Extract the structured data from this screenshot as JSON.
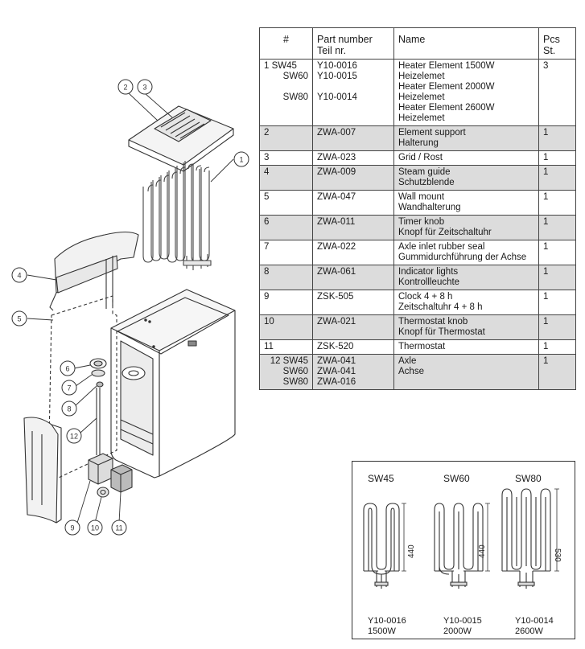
{
  "table": {
    "headers": {
      "num": "#",
      "part_number": [
        "Part number",
        "Teil nr."
      ],
      "name": "Name",
      "pcs": [
        "Pcs",
        "St."
      ]
    },
    "rows": [
      {
        "num": [
          "1 SW45",
          "SW60",
          "",
          "SW80"
        ],
        "part": [
          "Y10-0016",
          "Y10-0015",
          "",
          "Y10-0014"
        ],
        "name": [
          "Heater Element 1500W",
          "Heizelemet",
          "Heater Element 2000W",
          "Heizelemet",
          "Heater Element 2600W",
          "Heizelemet"
        ],
        "pcs": [
          "3"
        ],
        "shade": false
      },
      {
        "num": [
          "2"
        ],
        "part": [
          "ZWA-007"
        ],
        "name": [
          "Element support",
          "Halterung"
        ],
        "pcs": [
          "1"
        ],
        "shade": true
      },
      {
        "num": [
          "3"
        ],
        "part": [
          "ZWA-023"
        ],
        "name": [
          "Grid / Rost"
        ],
        "pcs": [
          "1"
        ],
        "shade": false
      },
      {
        "num": [
          "4"
        ],
        "part": [
          "ZWA-009"
        ],
        "name": [
          "Steam guide",
          "Schutzblende"
        ],
        "pcs": [
          "1"
        ],
        "shade": true
      },
      {
        "num": [
          "5"
        ],
        "part": [
          "ZWA-047"
        ],
        "name": [
          "Wall mount",
          "Wandhalterung"
        ],
        "pcs": [
          "1"
        ],
        "shade": false
      },
      {
        "num": [
          "6"
        ],
        "part": [
          "ZWA-011"
        ],
        "name": [
          "Timer knob",
          "Knopf für Zeitschaltuhr"
        ],
        "pcs": [
          "1"
        ],
        "shade": true
      },
      {
        "num": [
          "7"
        ],
        "part": [
          "ZWA-022"
        ],
        "name": [
          "Axle inlet rubber seal",
          "Gummidurchführung der Achse"
        ],
        "pcs": [
          "1"
        ],
        "shade": false
      },
      {
        "num": [
          "8"
        ],
        "part": [
          "ZWA-061"
        ],
        "name": [
          "Indicator lights",
          "Kontrollleuchte"
        ],
        "pcs": [
          "1"
        ],
        "shade": true
      },
      {
        "num": [
          "9"
        ],
        "part": [
          "ZSK-505"
        ],
        "name": [
          "Clock 4 + 8 h",
          "Zeitschaltuhr 4 + 8 h"
        ],
        "pcs": [
          "1"
        ],
        "shade": false
      },
      {
        "num": [
          "10"
        ],
        "part": [
          "ZWA-021"
        ],
        "name": [
          "Thermostat knob",
          "Knopf für Thermostat"
        ],
        "pcs": [
          "1"
        ],
        "shade": true
      },
      {
        "num": [
          "11"
        ],
        "part": [
          "ZSK-520"
        ],
        "name": [
          "Thermostat"
        ],
        "pcs": [
          "1"
        ],
        "shade": false
      },
      {
        "num": [
          "12 SW45",
          "SW60",
          "SW80"
        ],
        "part": [
          "ZWA-041",
          "ZWA-041",
          "ZWA-016"
        ],
        "name": [
          "Axle",
          "Achse"
        ],
        "pcs": [
          "1"
        ],
        "shade": true
      }
    ]
  },
  "diagram": {
    "callouts": [
      "1",
      "2",
      "3",
      "4",
      "5",
      "6",
      "7",
      "8",
      "9",
      "10",
      "11",
      "12"
    ]
  },
  "elements": {
    "variants": [
      {
        "model": "SW45",
        "dimension": "440",
        "code": "Y10-0016",
        "power": "1500W"
      },
      {
        "model": "SW60",
        "dimension": "440",
        "code": "Y10-0015",
        "power": "2000W"
      },
      {
        "model": "SW80",
        "dimension": "530",
        "code": "Y10-0014",
        "power": "2600W"
      }
    ]
  },
  "colors": {
    "line": "#333333",
    "shade": "#dcdcdc",
    "border": "#444444"
  }
}
